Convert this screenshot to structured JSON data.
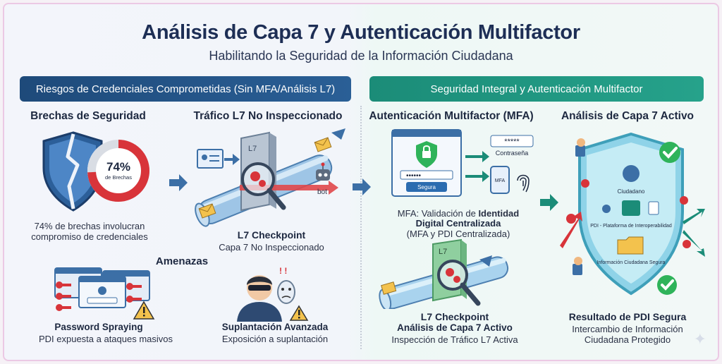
{
  "header": {
    "title": "Análisis de Capa 7 y Autenticación Multifactor",
    "subtitle": "Habilitando la Seguridad de la Información Ciudadana"
  },
  "left_panel": {
    "banner": "Riesgos de Credenciales Comprometidas (Sin MFA/Análisis L7)",
    "breaches": {
      "heading": "Brechas de Seguridad",
      "percent": "74%",
      "percent_label": "de Brechas",
      "percent_value": 74,
      "caption_line1": "74% de brechas involucran",
      "caption_line2": "compromiso de credenciales"
    },
    "traffic": {
      "heading": "Tráfico L7 No Inspeccionado",
      "wall_label": "L7",
      "bot_label": "bot",
      "checkpoint_title": "L7 Checkpoint",
      "checkpoint_sub": "Capa 7 No Inspeccionado"
    },
    "threats": {
      "heading": "Amenazas",
      "spraying_title": "Password Spraying",
      "spraying_sub": "PDI expuesta a ataques masivos",
      "impersonation_title": "Suplantación Avanzada",
      "impersonation_sub": "Exposición a suplantación"
    }
  },
  "right_panel": {
    "banner": "Seguridad Integral y Autenticación Multifactor",
    "mfa": {
      "heading": "Autenticación Multifactor (MFA)",
      "password_mask": "*****",
      "password_label": "Contraseña",
      "secure_button": "Segura",
      "phone_label": "MFA",
      "caption_prefix": "MFA: Validación de ",
      "caption_bold1": "Identidad",
      "caption_bold2": "Digital Centralizada",
      "caption_line3": "(MFA y PDI Centralizada)"
    },
    "active": {
      "heading": "Análisis de Capa 7 Activo",
      "shield_citizen": "Ciudadano",
      "shield_platform": "PDI - Plataforma de Interoperabilidad",
      "shield_info": "Información Ciudadana Segura",
      "result_title": "Resultado de PDI Segura",
      "result_line1": "Intercambio de Información",
      "result_line2": "Ciudadana Protegido"
    },
    "checkpoint": {
      "wall_label": "L7",
      "title": "L7 Checkpoint",
      "sub_bold": "Análisis de Capa 7 Activo",
      "sub": "Inspección de Tráfico L7 Activa"
    }
  },
  "colors": {
    "navy": "#1e4a7a",
    "teal": "#1b8c78",
    "danger": "#d83a3a",
    "ok": "#2fb35a"
  }
}
